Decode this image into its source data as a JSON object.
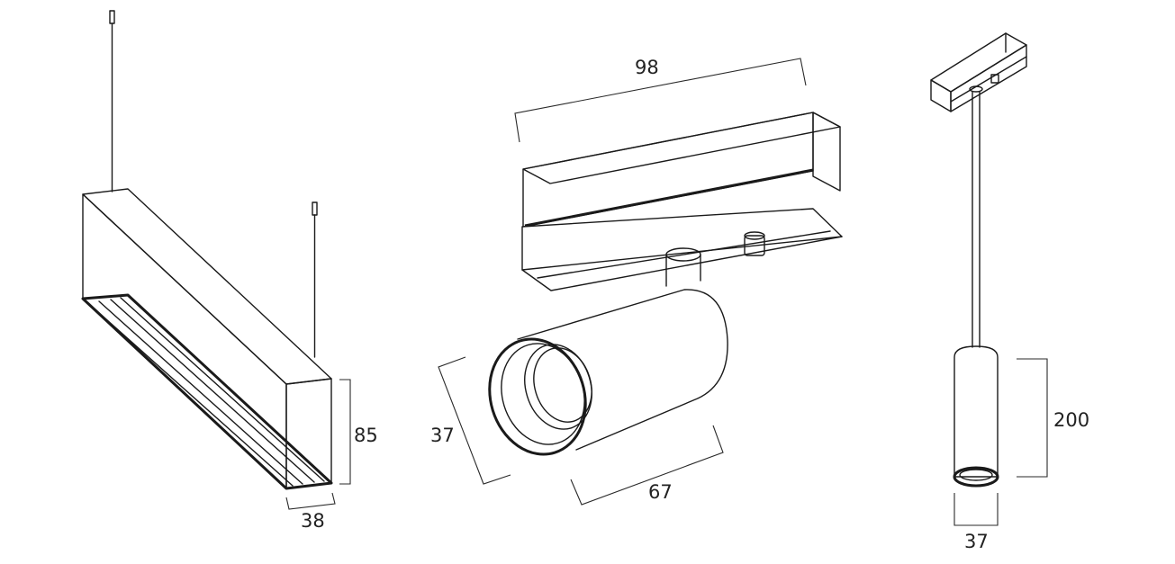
{
  "dimensions": {
    "linear_height": "85",
    "linear_width": "38",
    "spot_length": "98",
    "spot_diameter": "37",
    "spot_depth": "67",
    "pendant_height": "200",
    "pendant_diameter": "37"
  }
}
